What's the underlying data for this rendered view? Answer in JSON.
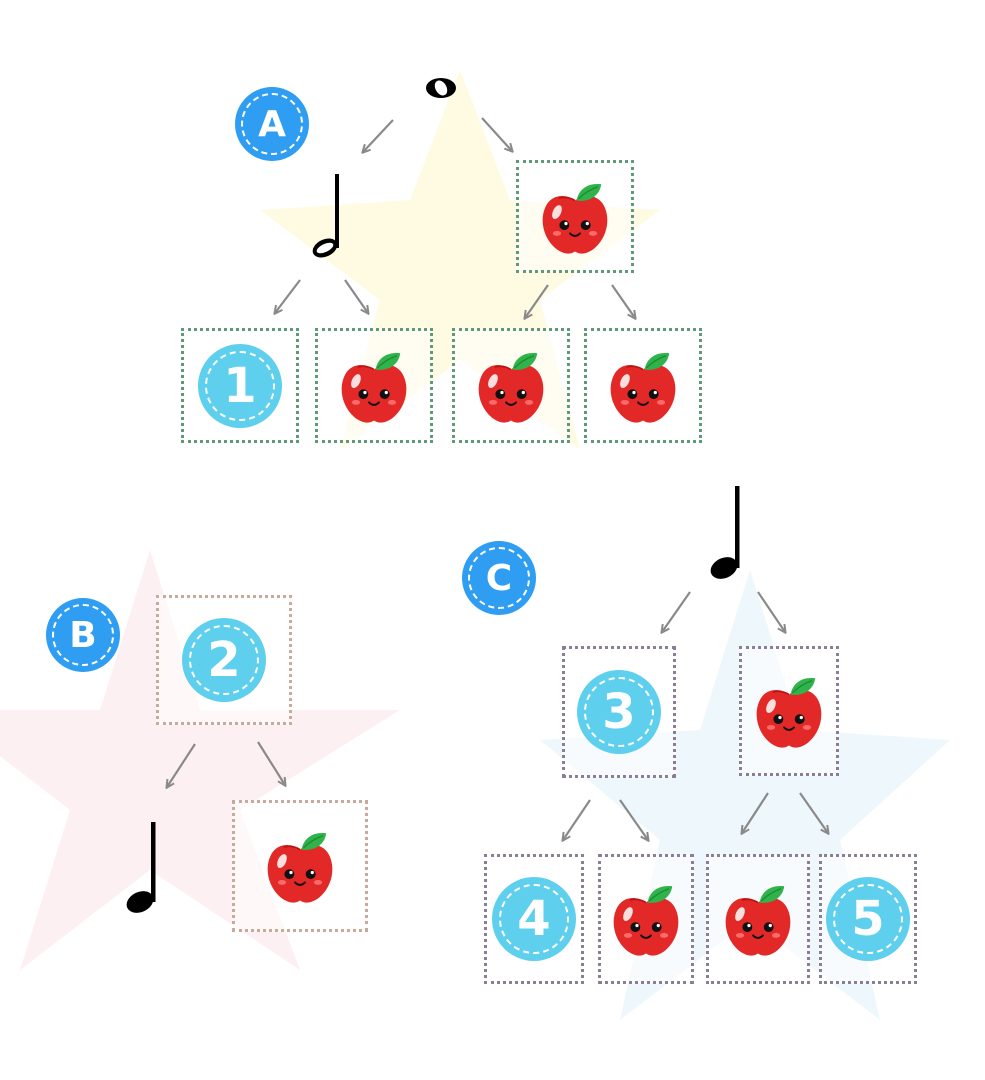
{
  "colors": {
    "letter_badge": "#2e9df2",
    "number_badge": "#5fcfee",
    "arrow": "#8a8a8a",
    "box_a": "#5e9a78",
    "box_b": "#c9a99a",
    "box_c": "#8a7d96",
    "apple": "#e32828",
    "leaf": "#2fb34a"
  },
  "icons": [
    "whole-note-icon",
    "half-note-icon",
    "quarter-note-icon",
    "apple-icon"
  ],
  "trees": {
    "a": {
      "letter": "A",
      "root_note": "whole-note",
      "level1": [
        "half-note",
        "apple"
      ],
      "level2": [
        "1",
        "apple",
        "apple",
        "apple"
      ]
    },
    "b": {
      "letter": "B",
      "root": "2",
      "level1": [
        "quarter-note",
        "apple"
      ]
    },
    "c": {
      "letter": "C",
      "root_note": "quarter-note",
      "level1": [
        "3",
        "apple"
      ],
      "level2": [
        "4",
        "apple",
        "apple",
        "5"
      ]
    }
  }
}
